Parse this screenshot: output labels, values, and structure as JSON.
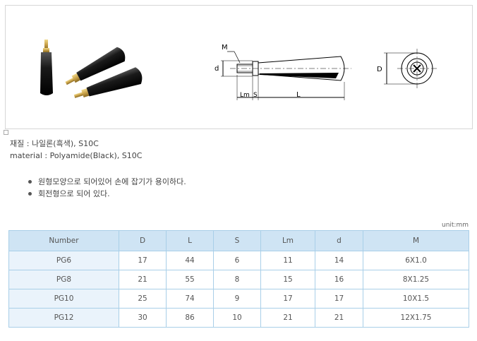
{
  "material": {
    "korean": "재질 : 나일론(흑색), S10C",
    "english": "material : Polyamide(Black), S10C"
  },
  "features": [
    "원형모양으로 되어있어 손에 잡기가 용이하다.",
    "회전형으로 되어 있다."
  ],
  "drawing_labels": {
    "m": "M",
    "d": "d",
    "lm": "Lm",
    "s": "S",
    "l": "L",
    "D": "D"
  },
  "unit": "unit:mm",
  "table": {
    "headers": [
      "Number",
      "D",
      "L",
      "S",
      "Lm",
      "d",
      "M"
    ],
    "rows": [
      [
        "PG6",
        "17",
        "44",
        "6",
        "11",
        "14",
        "6X1.0"
      ],
      [
        "PG8",
        "21",
        "55",
        "8",
        "15",
        "16",
        "8X1.25"
      ],
      [
        "PG10",
        "25",
        "74",
        "9",
        "17",
        "17",
        "10X1.5"
      ],
      [
        "PG12",
        "30",
        "86",
        "10",
        "21",
        "21",
        "12X1.75"
      ]
    ]
  },
  "colors": {
    "header_bg": "#cfe4f4",
    "first_col_bg": "#eaf3fb",
    "border": "#a9cfe8",
    "handle_black": "#141414",
    "brass": "#c9a24a"
  },
  "icons": {
    "bullet": "bullet-dot-icon"
  }
}
